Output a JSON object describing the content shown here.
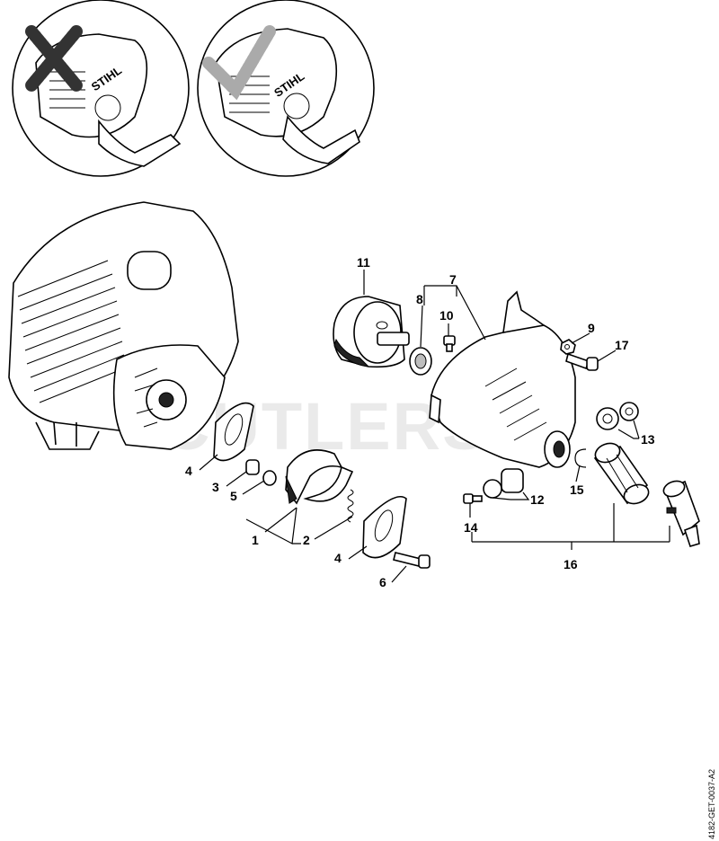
{
  "watermark": "CUTLERS",
  "doc_id": "4182-GET-0037-A2",
  "inset_left": {
    "brand": "STIHL",
    "mark": "cross"
  },
  "inset_right": {
    "brand": "STIHL",
    "mark": "check"
  },
  "callouts": {
    "c1": "1",
    "c2": "2",
    "c3": "3",
    "c4a": "4",
    "c4b": "4",
    "c5": "5",
    "c6": "6",
    "c7": "7",
    "c8": "8",
    "c9": "9",
    "c10": "10",
    "c11": "11",
    "c12": "12",
    "c13": "13",
    "c14": "14",
    "c15": "15",
    "c16": "16",
    "c17": "17"
  }
}
